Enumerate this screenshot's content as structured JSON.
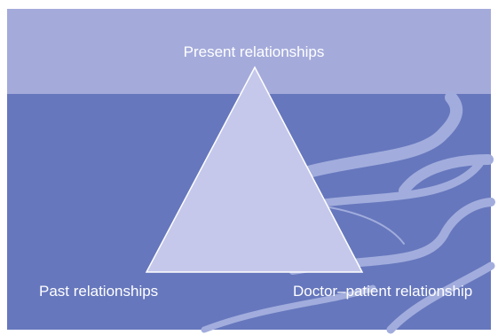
{
  "diagram": {
    "labels": {
      "top": "Present relationships",
      "bottom_left": "Past relationships",
      "bottom_right": "Doctor–patient relationship"
    },
    "colors": {
      "background_dark": "#6677bd",
      "background_light_band": "#a4abdb",
      "triangle_fill": "#c5c8eb",
      "triangle_stroke": "#ffffff",
      "wave_strokes": "#a2addd",
      "label_text": "#ffffff"
    }
  }
}
